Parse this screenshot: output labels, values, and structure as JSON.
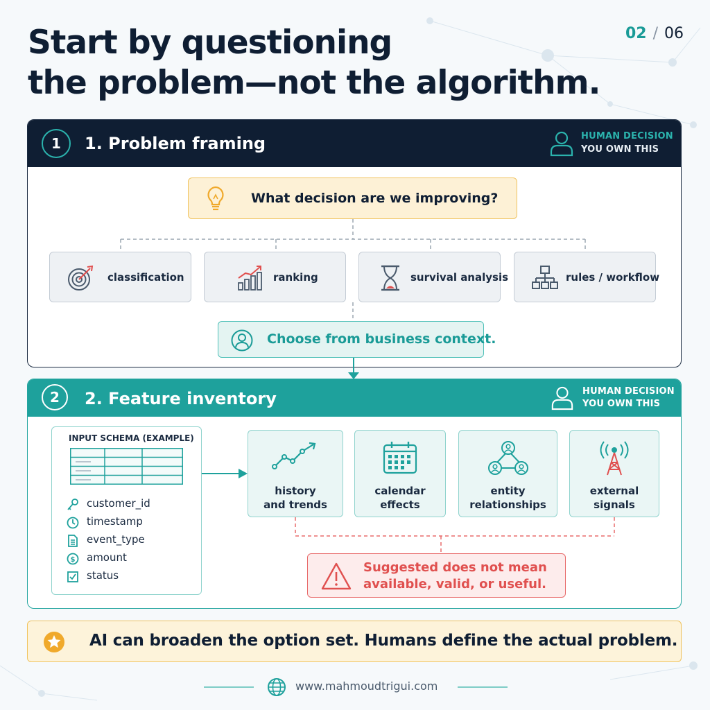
{
  "title": {
    "line1": "Start by questioning",
    "line2": "the problem—not the algorithm."
  },
  "page": {
    "current": "02",
    "separator": "/",
    "total": "06"
  },
  "sections": [
    {
      "number": "1",
      "title": "1. Problem framing",
      "owner_line1": "HUMAN DECISION",
      "owner_line2": "YOU OWN THIS",
      "question": "What decision are we improving?",
      "options": [
        {
          "label": "classification",
          "icon": "target-icon"
        },
        {
          "label": "ranking",
          "icon": "bar-chart-trend-icon"
        },
        {
          "label": "survival analysis",
          "icon": "hourglass-icon"
        },
        {
          "label": "rules / workflow",
          "icon": "workflow-icon"
        }
      ],
      "context": "Choose from business context."
    },
    {
      "number": "2",
      "title": "2. Feature inventory",
      "owner_line1": "HUMAN DECISION",
      "owner_line2": "YOU OWN THIS",
      "schema_title": "INPUT SCHEMA (EXAMPLE)",
      "fields": [
        {
          "name": "customer_id",
          "icon": "key-icon"
        },
        {
          "name": "timestamp",
          "icon": "clock-icon"
        },
        {
          "name": "event_type",
          "icon": "document-icon"
        },
        {
          "name": "amount",
          "icon": "dollar-icon"
        },
        {
          "name": "status",
          "icon": "checkbox-icon"
        }
      ],
      "features": [
        {
          "line1": "history",
          "line2": "and trends",
          "icon": "trend-line-icon"
        },
        {
          "line1": "calendar",
          "line2": "effects",
          "icon": "calendar-icon"
        },
        {
          "line1": "entity",
          "line2": "relationships",
          "icon": "network-icon"
        },
        {
          "line1": "external",
          "line2": "signals",
          "icon": "antenna-icon"
        }
      ],
      "warning_line1": "Suggested does not mean",
      "warning_line2": "available, valid, or useful."
    }
  ],
  "banner": "AI can broaden the option set. Humans define the actual problem.",
  "footer": {
    "url": "www.mahmoudtrigui.com"
  },
  "colors": {
    "navy": "#0f1e33",
    "teal": "#1ea19c",
    "amber": "#f0c35e",
    "red": "#e0504f"
  }
}
